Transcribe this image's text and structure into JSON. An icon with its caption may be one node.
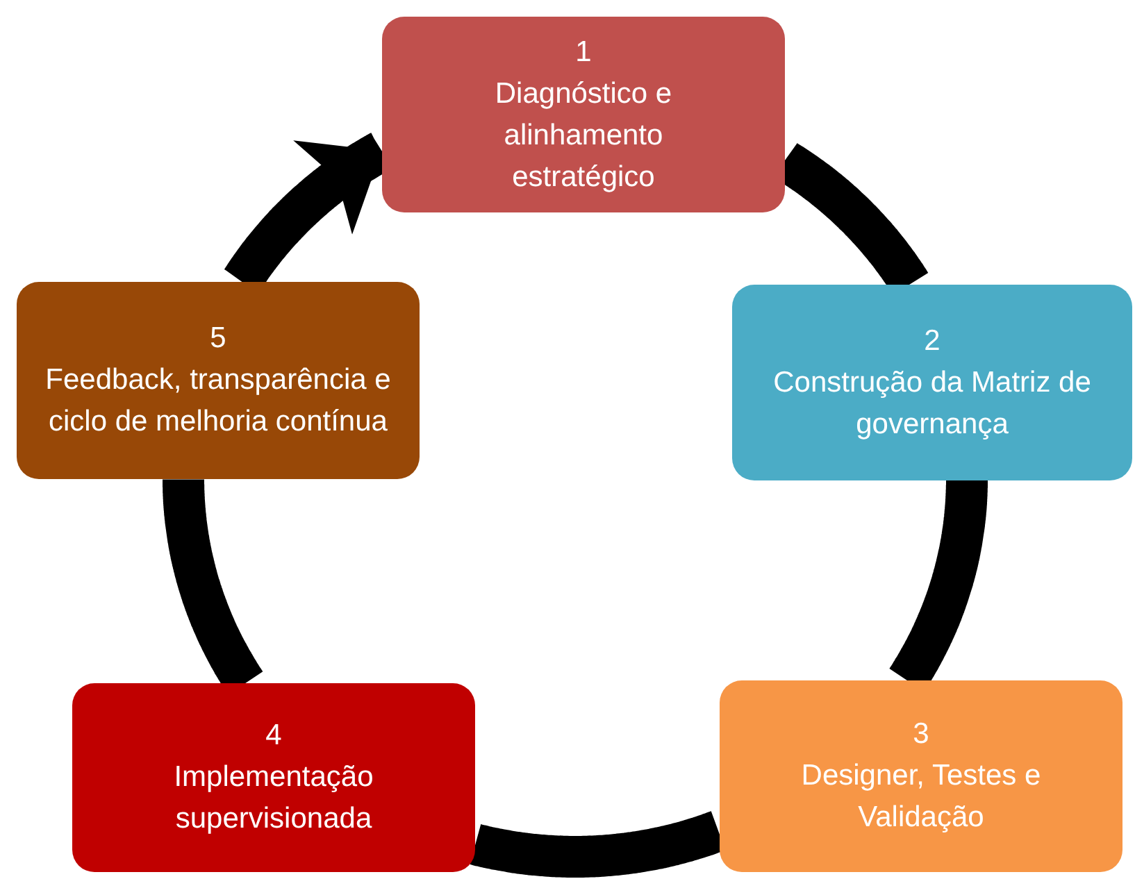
{
  "diagram": {
    "nodes": [
      {
        "text": [
          "1",
          "Diagnóstico e alinhamento estratégico"
        ]
      },
      {
        "text": [
          "2",
          "Construção da Matriz de governança"
        ]
      },
      {
        "text": [
          "3",
          "Designer, Testes e Validação"
        ]
      },
      {
        "text": [
          "4",
          "Implementação supervisionada"
        ]
      },
      {
        "text": [
          "5",
          "Feedback, transparência e ciclo de melhoria contínua"
        ]
      }
    ],
    "edges": [
      {
        "from": 0,
        "to": 1,
        "arrow": "none"
      },
      {
        "from": 1,
        "to": 2,
        "arrow": "none"
      },
      {
        "from": 2,
        "to": 3,
        "arrow": "none"
      },
      {
        "from": 3,
        "to": 4,
        "arrow": "none"
      },
      {
        "from": 4,
        "to": 0,
        "arrow": "to"
      }
    ]
  }
}
